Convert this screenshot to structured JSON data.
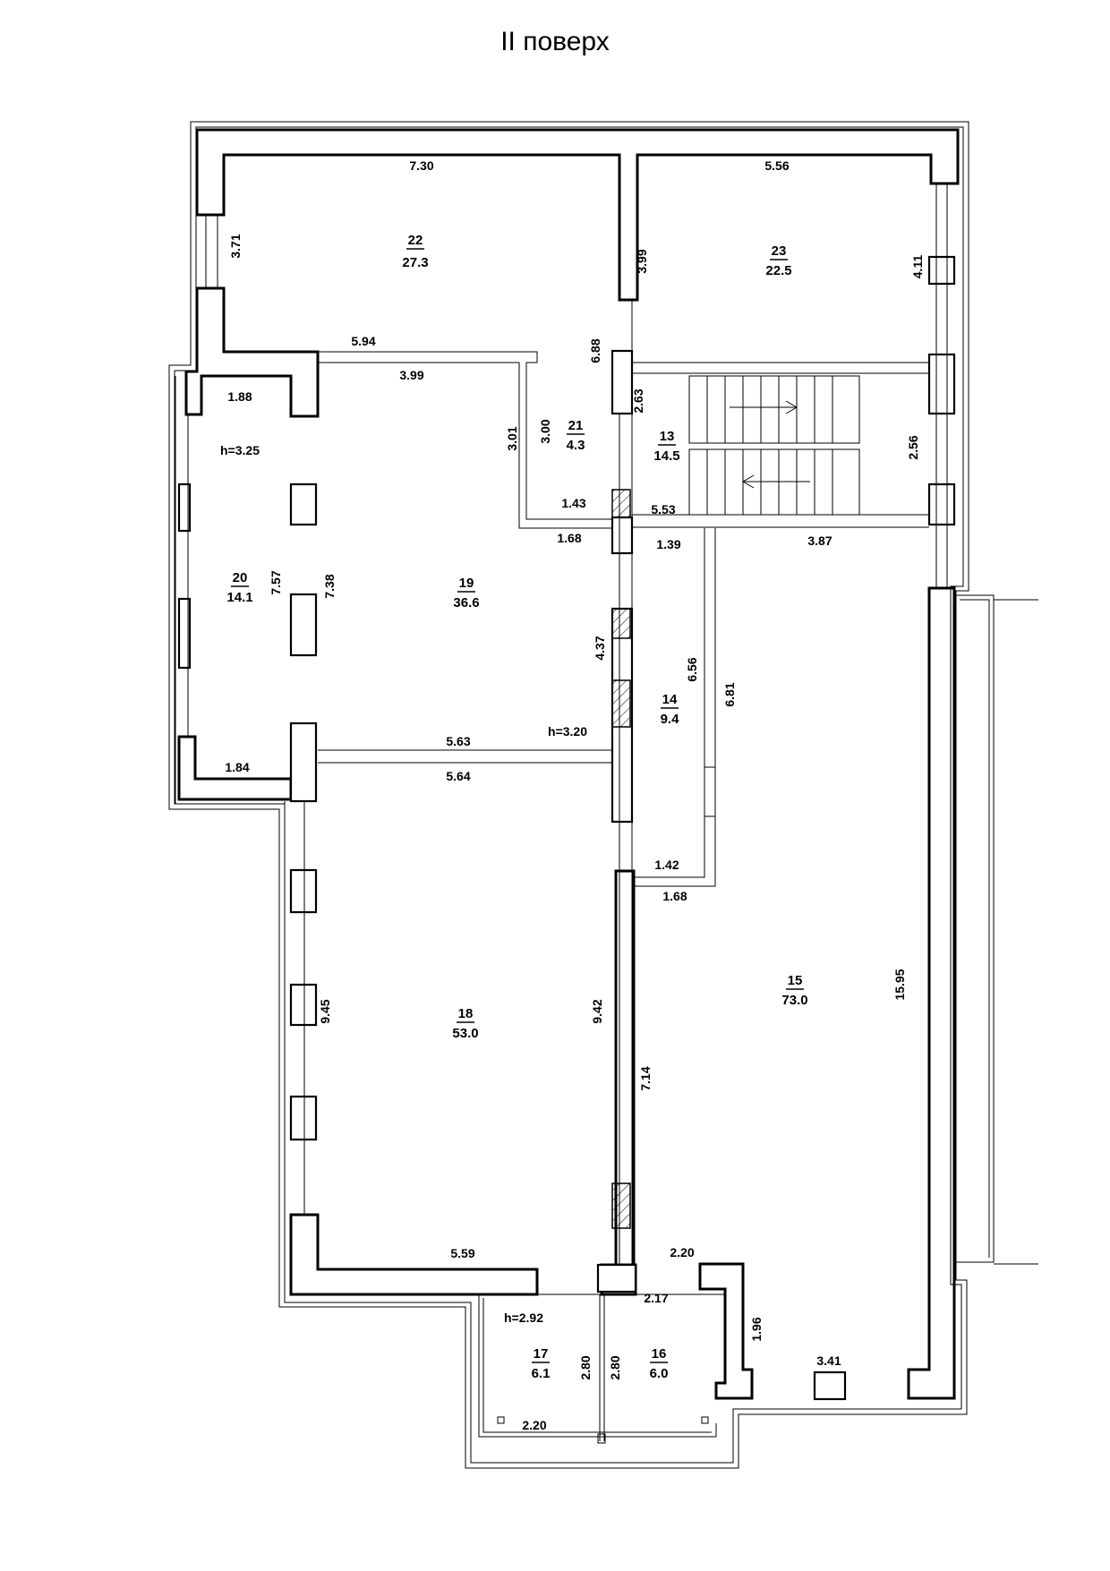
{
  "title": "II поверх",
  "rooms": [
    {
      "id": "room-22",
      "number": "22",
      "area": "27.3"
    },
    {
      "id": "room-23",
      "number": "23",
      "area": "22.5"
    },
    {
      "id": "room-21",
      "number": "21",
      "area": "4.3"
    },
    {
      "id": "room-13",
      "number": "13",
      "area": "14.5"
    },
    {
      "id": "room-20",
      "number": "20",
      "area": "14.1"
    },
    {
      "id": "room-19",
      "number": "19",
      "area": "36.6"
    },
    {
      "id": "room-14",
      "number": "14",
      "area": "9.4"
    },
    {
      "id": "room-18",
      "number": "18",
      "area": "53.0"
    },
    {
      "id": "room-15",
      "number": "15",
      "area": "73.0"
    },
    {
      "id": "room-17",
      "number": "17",
      "area": "6.1"
    },
    {
      "id": "room-16",
      "number": "16",
      "area": "6.0"
    }
  ],
  "heights": [
    "h=3.25",
    "h=3.20",
    "h=2.92"
  ],
  "dimensions": [
    "7.30",
    "5.56",
    "3.71",
    "3.99",
    "4.11",
    "5.94",
    "3.99",
    "6.88",
    "3.01",
    "3.00",
    "2.63",
    "2.56",
    "1.88",
    "1.43",
    "5.53",
    "1.68",
    "1.39",
    "3.87",
    "7.57",
    "7.38",
    "4.37",
    "6.56",
    "6.81",
    "5.63",
    "5.64",
    "1.84",
    "1.42",
    "1.68",
    "9.45",
    "9.42",
    "7.14",
    "15.95",
    "5.59",
    "2.20",
    "2.17",
    "1.96",
    "2.80",
    "2.80",
    "3.41",
    "2.20"
  ]
}
